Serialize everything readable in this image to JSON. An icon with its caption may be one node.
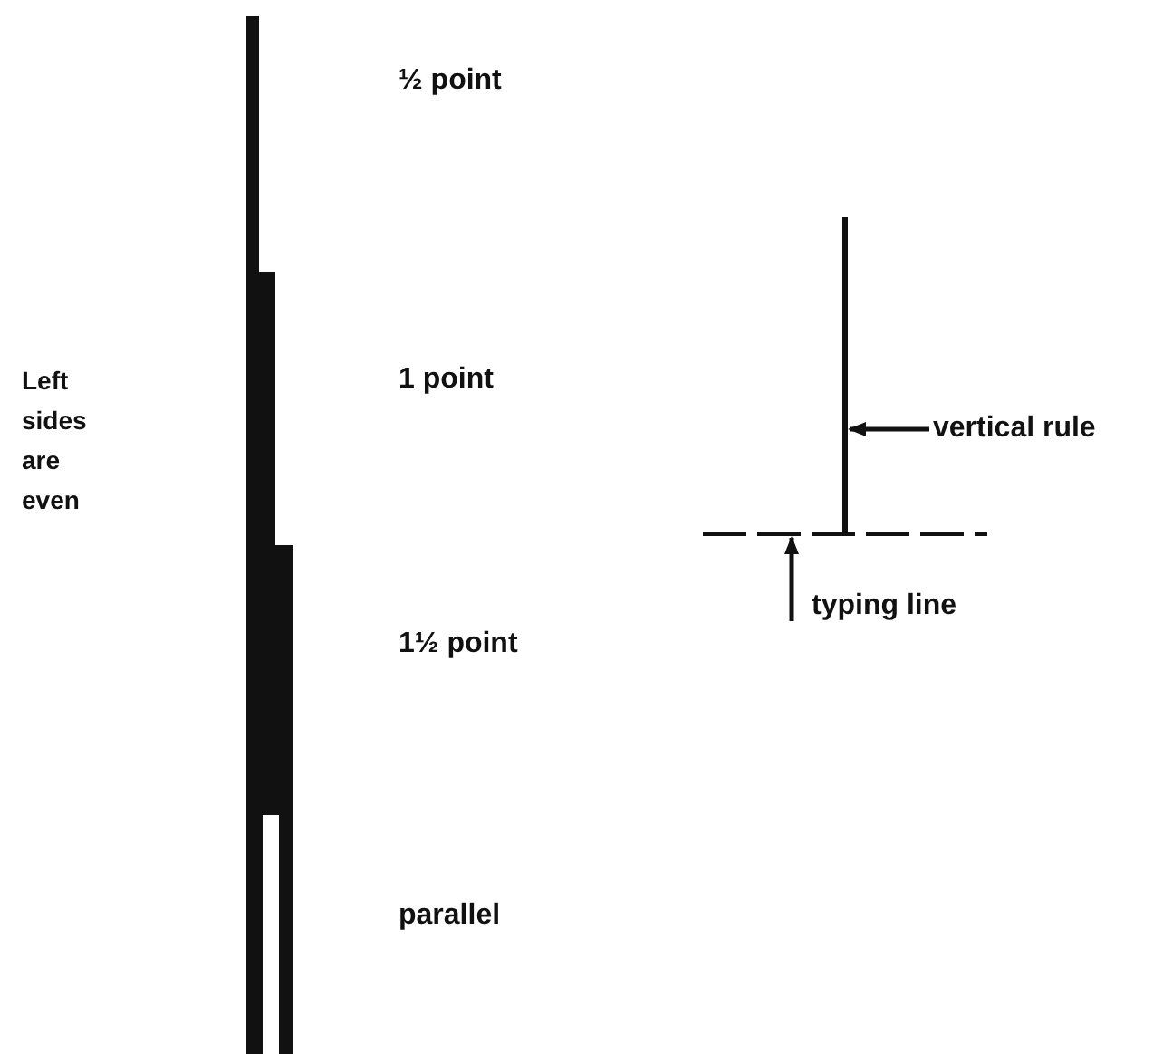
{
  "diagram": {
    "nodes": [
      {
        "text": [],
        "shape": "line"
      },
      {
        "text": [
          "vertical rule"
        ]
      },
      {
        "text": [],
        "shape": "line"
      },
      {
        "text": [
          "typing line"
        ]
      }
    ],
    "edges": [
      {
        "from": 1,
        "to": 0,
        "arrow": "to"
      },
      {
        "from": 3,
        "to": 2,
        "arrow": "to"
      }
    ],
    "labels": [
      "½ point",
      "Left sides are even",
      "1 point",
      "1½ point",
      "parallel"
    ]
  }
}
